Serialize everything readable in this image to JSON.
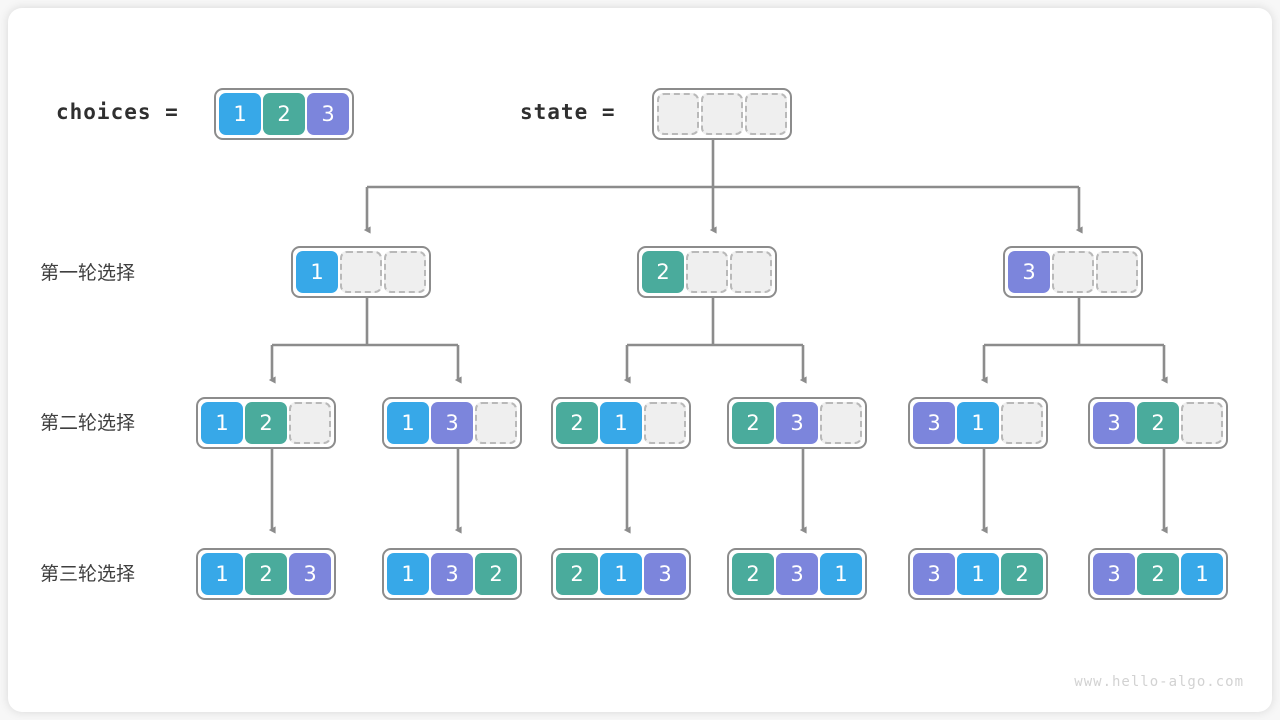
{
  "page": {
    "watermark": "www.hello-algo.com",
    "background": "#f7f7f7",
    "card_background": "#ffffff"
  },
  "palette": {
    "value_1": "#37a8e8",
    "value_2": "#4aab9c",
    "value_3": "#7c85dc",
    "empty_cell": "#efefef",
    "empty_border": "#b9b9b9",
    "array_border": "#8c8c8c",
    "connector": "#8c8c8c",
    "text": "#3f3f3f"
  },
  "header": {
    "choices_label": "choices =",
    "choices_values": [
      "1",
      "2",
      "3"
    ],
    "state_label": "state =",
    "state_values": [
      "",
      "",
      ""
    ]
  },
  "rows": [
    {
      "label": "第一轮选择",
      "arrays": [
        [
          "1",
          "",
          ""
        ],
        [
          "2",
          "",
          ""
        ],
        [
          "3",
          "",
          ""
        ]
      ]
    },
    {
      "label": "第二轮选择",
      "arrays": [
        [
          "1",
          "2",
          ""
        ],
        [
          "1",
          "3",
          ""
        ],
        [
          "2",
          "1",
          ""
        ],
        [
          "2",
          "3",
          ""
        ],
        [
          "3",
          "1",
          ""
        ],
        [
          "3",
          "2",
          ""
        ]
      ]
    },
    {
      "label": "第三轮选择",
      "arrays": [
        [
          "1",
          "2",
          "3"
        ],
        [
          "1",
          "3",
          "2"
        ],
        [
          "2",
          "1",
          "3"
        ],
        [
          "2",
          "3",
          "1"
        ],
        [
          "3",
          "1",
          "2"
        ],
        [
          "3",
          "2",
          "1"
        ]
      ]
    }
  ]
}
